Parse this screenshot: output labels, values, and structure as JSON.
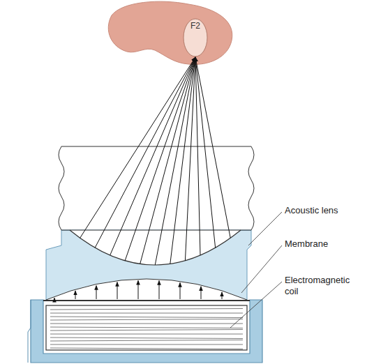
{
  "diagram": {
    "nodes": [
      {
        "text": [
          "F2"
        ]
      }
    ],
    "labels": [
      "Acoustic lens",
      "Membrane",
      "Electromagnetic coil"
    ]
  }
}
